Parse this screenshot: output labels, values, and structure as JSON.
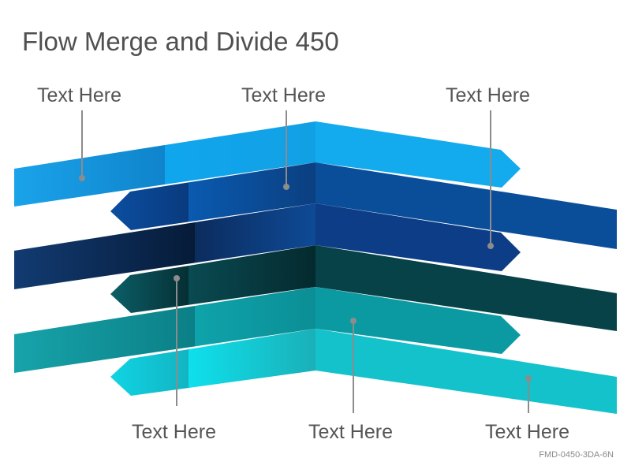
{
  "title": "Flow Merge and Divide 450",
  "callouts": {
    "top": [
      "Text Here",
      "Text Here",
      "Text Here"
    ],
    "bottom": [
      "Text Here",
      "Text Here",
      "Text Here"
    ]
  },
  "code": "FMD-0450-3DA-6N",
  "colors": {
    "band1": [
      "#1aa3ea",
      "#0f80c8",
      "#14a9ee"
    ],
    "band2": [
      "#0a3e86",
      "#0a4a96",
      "#0a3f82"
    ],
    "band3": [
      "#123b72",
      "#061a36",
      "#0f3f82"
    ],
    "band4": [
      "#0c5e68",
      "#053136",
      "#0a4e55"
    ],
    "band5": [
      "#15a0a8",
      "#0b7f86",
      "#0d9aa2"
    ],
    "band6": [
      "#08d6e6",
      "#12b9c6",
      "#1bbcc4"
    ],
    "leader": "#8c8c8c",
    "text": "#555555"
  }
}
